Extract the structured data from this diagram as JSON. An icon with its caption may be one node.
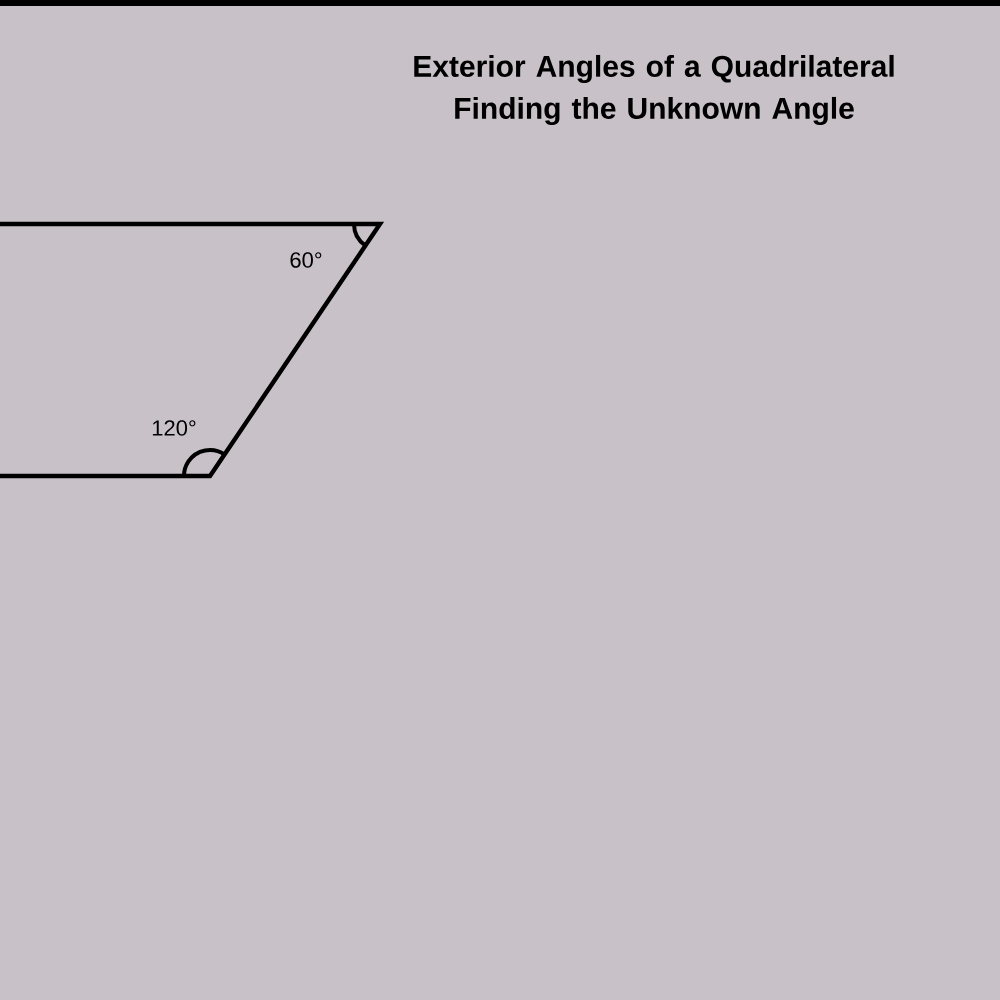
{
  "diagram": {
    "title": "Exterior Angles of a Quadrilateral Finding the Unknown Angle",
    "labels": [
      "60°",
      "120°"
    ]
  }
}
